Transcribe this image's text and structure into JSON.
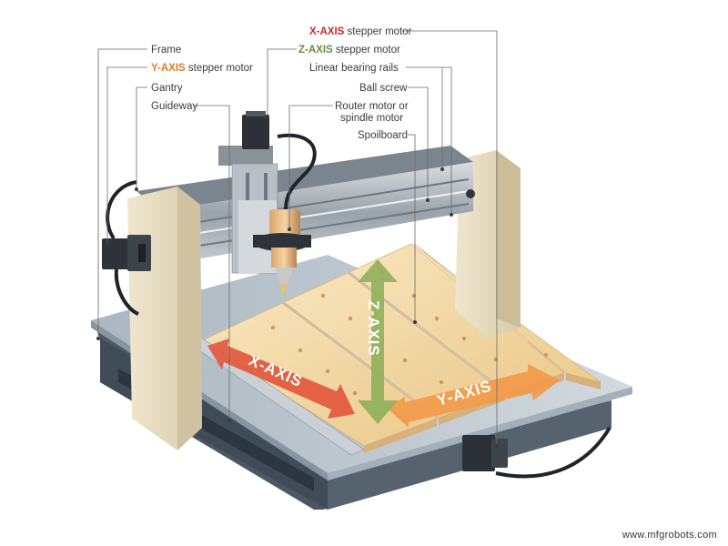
{
  "labels": {
    "frame": "Frame",
    "y_axis_motor_prefix": "Y-AXIS",
    "y_axis_motor_suffix": " stepper motor",
    "gantry": "Gantry",
    "guideway": "Guideway",
    "x_axis_motor_prefix": "X-AXIS",
    "x_axis_motor_suffix": " stepper motor",
    "z_axis_motor_prefix": "Z-AXIS",
    "z_axis_motor_suffix": " stepper motor",
    "linear_bearing_rails": "Linear bearing rails",
    "ball_screw": "Ball screw",
    "router_motor_line1": "Router motor or",
    "router_motor_line2": "spindle motor",
    "spoilboard": "Spoilboard"
  },
  "arrows": {
    "x_axis": "X-AXIS",
    "y_axis": "Y-AXIS",
    "z_axis": "Z-AXIS"
  },
  "colors": {
    "x_axis_label": "#c8282e",
    "y_axis_label": "#e07a2a",
    "z_axis_label": "#6a8e3a",
    "x_arrow": "#e2583e",
    "y_arrow": "#f29a4a",
    "z_arrow": "#8fb05a",
    "frame": "#e9dfc6",
    "wood": "#f3d9a8",
    "base": "#4c5a66"
  },
  "watermark": "www.mfgrobots.com"
}
